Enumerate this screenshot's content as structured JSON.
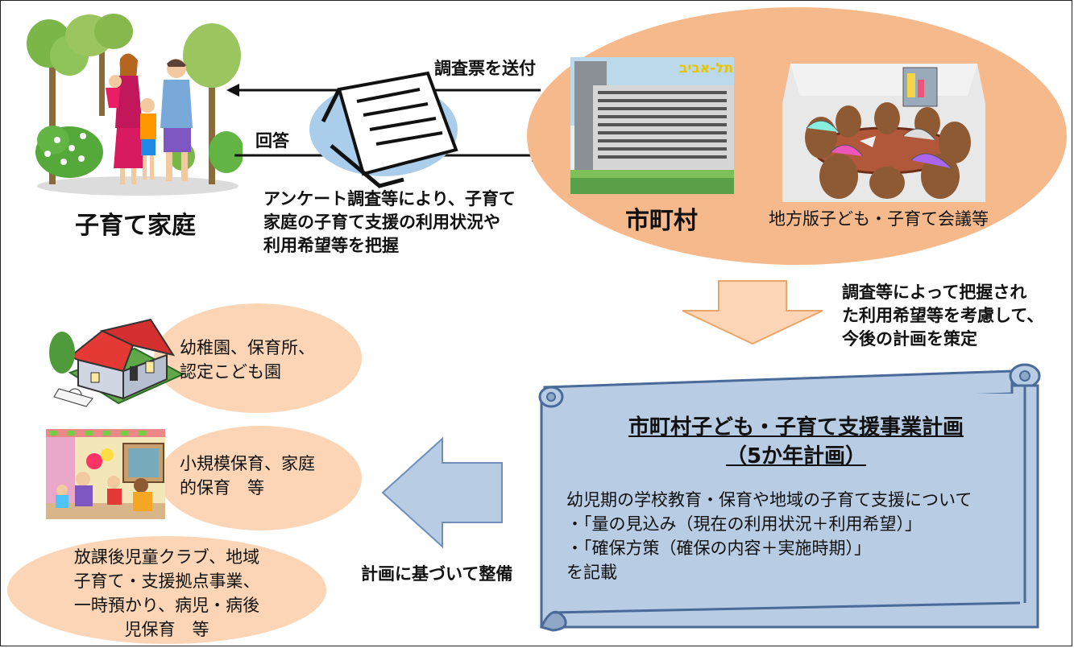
{
  "family": {
    "label": "子育て家庭"
  },
  "arrows": {
    "send_label": "調査票を送付",
    "reply_label": "回答"
  },
  "survey": {
    "description_lines": [
      "アンケート調査等により、子育て",
      "家庭の子育て支援の利用状況や",
      "利用希望等を把握"
    ]
  },
  "municipality": {
    "label": "市町村",
    "building_sign": "תל-אביב",
    "meeting_label": "地方版子ども・子育て会議等"
  },
  "down_arrow": {
    "note_lines": [
      "調査等によって把握され",
      "た利用希望等を考慮して、",
      "今後の計画を策定"
    ]
  },
  "plan": {
    "title": "市町村子ども・子育て支援事業計画",
    "subtitle": "（5か年計画）",
    "body_lines": [
      "幼児期の学校教育・保育や地域の子育て支援について",
      "・「量の見込み（現在の利用状況＋利用希望）」",
      "・「確保方策（確保の内容＋実施時期）」",
      "を記載"
    ]
  },
  "left_arrow": {
    "label": "計画に基づいて整備"
  },
  "facilities": [
    {
      "icon": "school-house-icon",
      "lines": [
        "幼稚園、保育所、",
        "認定こども園"
      ]
    },
    {
      "icon": "playroom-icon",
      "lines": [
        "小規模保育、家庭",
        "的保育　等"
      ]
    },
    {
      "icon": "",
      "lines": [
        "放課後児童クラブ、地域",
        "子育て・支援拠点事業、",
        "一時預かり、病児・病後",
        "児保育　等"
      ]
    }
  ],
  "colors": {
    "oval_fill": "#fbd5b5",
    "big_oval_fill": "#f6b98c",
    "plan_fill": "#b8cce4",
    "plan_border": "#4a6a9a",
    "arrow_fill": "#fbd5b5",
    "survey_blob": "#a9cdea"
  }
}
